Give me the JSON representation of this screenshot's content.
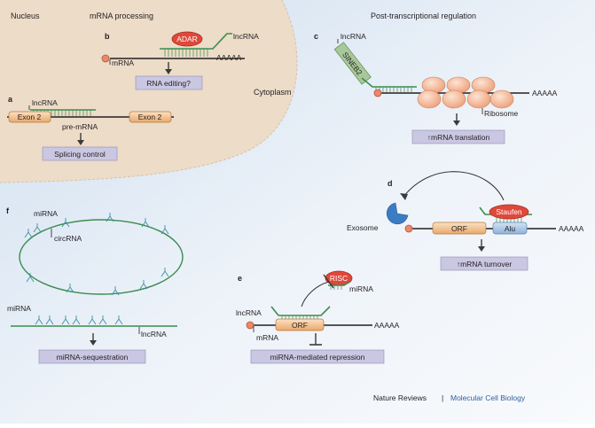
{
  "regions": {
    "nucleus": "Nucleus",
    "cytoplasm": "Cytoplasm",
    "mrna_processing": "mRNA processing",
    "post_transcriptional": "Post-transcriptional regulation"
  },
  "panels": {
    "a": "a",
    "b": "b",
    "c": "c",
    "d": "d",
    "e": "e",
    "f": "f"
  },
  "panel_a": {
    "lncrna": "lncRNA",
    "exon_left": "Exon 2",
    "exon_right": "Exon 2",
    "pre_mrna": "pre-mRNA",
    "outcome": "Splicing control"
  },
  "panel_b": {
    "adar": "ADAR",
    "lncrna": "lncRNA",
    "mrna": "mRNA",
    "polya": "AAAAA",
    "outcome": "RNA editing?"
  },
  "panel_c": {
    "lncrna": "lncRNA",
    "sineb2": "SINEB2",
    "polya": "AAAAA",
    "ribosome": "Ribosome",
    "outcome": "↑mRNA translation"
  },
  "panel_d": {
    "exosome": "Exosome",
    "staufen": "Staufen",
    "orf": "ORF",
    "alu": "Alu",
    "polya": "AAAAA",
    "outcome": "↑mRNA turnover"
  },
  "panel_e": {
    "risc": "RISC",
    "mirna": "miRNA",
    "lncrna": "lncRNA",
    "mrna": "mRNA",
    "orf": "ORF",
    "polya": "AAAAA",
    "outcome": "miRNA-mediated repression"
  },
  "panel_f": {
    "mirna_top": "miRNA",
    "circrna": "circRNA",
    "mirna_bottom": "miRNA",
    "lncrna": "lncRNA",
    "outcome": "miRNA-sequestration"
  },
  "footer": {
    "journal": "Nature Reviews",
    "separator": "|",
    "section": "Molecular Cell Biology"
  },
  "colors": {
    "nucleus_fill": "#ecdcc8",
    "cytoplasm_fill": "#e4edf6",
    "outcome_box": "#c9c7e2",
    "protein_red": "#e0483a",
    "exon_orange": "#f2c79a",
    "alu_blue": "#a9c6e4",
    "ribosome": "#f4b99a",
    "rna_green": "#3d8b4f",
    "sineb2_green": "#a8c79a",
    "exosome_blue": "#3b7cc4"
  },
  "icons": {
    "arrow": "down-arrow-icon",
    "inhibition": "inhibition-bar-icon"
  }
}
